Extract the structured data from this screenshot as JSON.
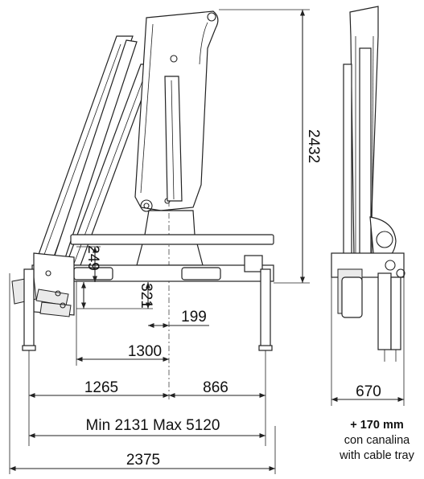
{
  "dimensions": {
    "height_total": "2432",
    "d249": "249",
    "d321": "321",
    "d199": "199",
    "d1300": "1300",
    "d1265": "1265",
    "d866": "866",
    "stabiliser_span": "Min 2131 Max 5120",
    "width_total": "2375",
    "side_width": "670"
  },
  "note": {
    "extra": "+ 170 mm",
    "line_it": "con canalina",
    "line_en": "with cable tray"
  },
  "colors": {
    "line": "#222222",
    "background": "#ffffff"
  }
}
